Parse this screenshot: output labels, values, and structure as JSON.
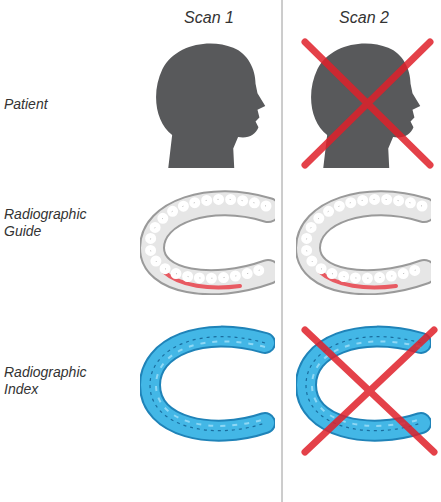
{
  "diagram": {
    "labels": [
      "Scan 1",
      "Scan 2",
      "Patient",
      "Radiographic Guide",
      "Radiographic Index"
    ]
  }
}
